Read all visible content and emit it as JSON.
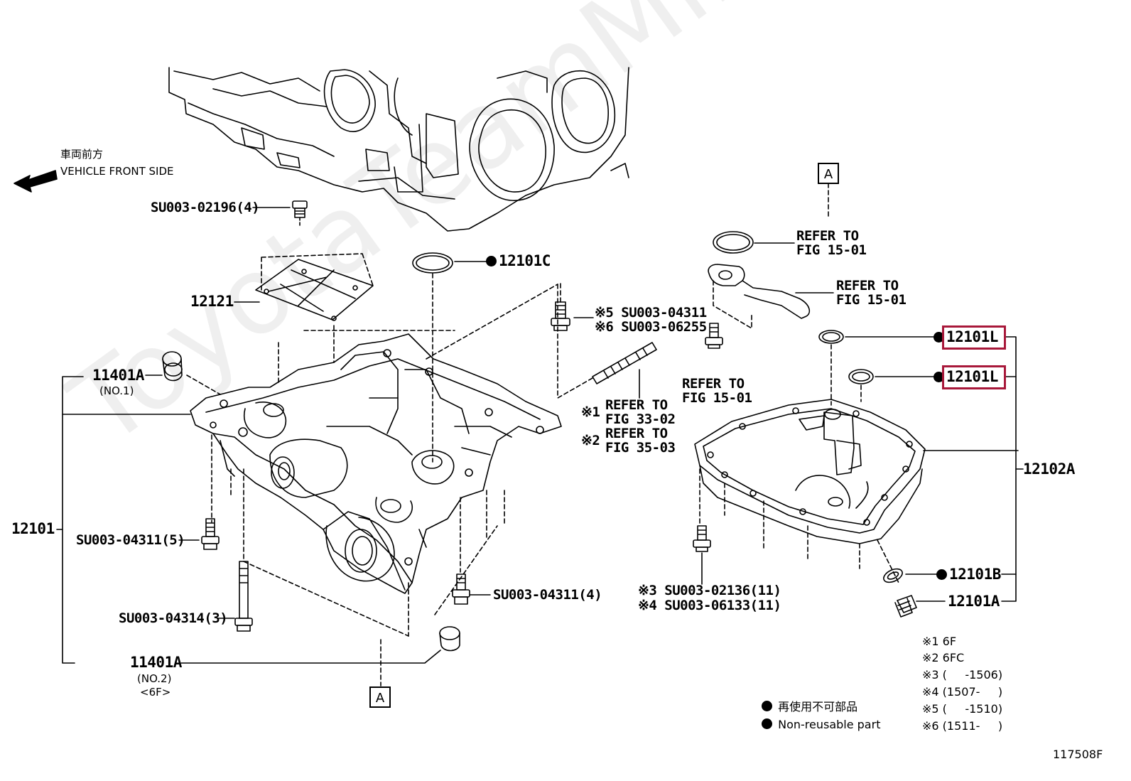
{
  "watermark": "ToyotaTeamMine.ru",
  "direction": {
    "jp": "車両前方",
    "en": "VEHICLE FRONT SIDE"
  },
  "refs": {
    "a_top": "A",
    "a_bottom": "A"
  },
  "labels": {
    "su_02196": "SU003-02196(4)",
    "p12121": "12121",
    "p12101c": "12101C",
    "su5_04311": "※5 SU003-04311",
    "su6_06255": "※6 SU003-06255",
    "p11401a_1": "11401A",
    "no1": "(NO.1)",
    "p12101": "12101",
    "su_04311_5": "SU003-04311(5)",
    "su_04311_4": "SU003-04311(4)",
    "su_04314_3": "SU003-04314(3)",
    "p11401a_2": "11401A",
    "no2": "(NO.2)",
    "f6": "<6F>",
    "ref1a": "REFER TO",
    "ref1b": "FIG 15-01",
    "ref2a": "REFER TO",
    "ref2b": "FIG 15-01",
    "ref3a": "REFER TO",
    "ref3b": "FIG 15-01",
    "x1": "※1",
    "ref33a": "REFER TO",
    "ref33b": "FIG 33-02",
    "x2": "※2",
    "ref35a": "REFER TO",
    "ref35b": "FIG 35-03",
    "p12101l_a": "12101L",
    "p12101l_b": "12101L",
    "p12102a": "12102A",
    "su3_02136": "※3 SU003-02136(11)",
    "su4_06133": "※4 SU003-06133(11)",
    "p12101b": "12101B",
    "p12101a": "12101A"
  },
  "legend": {
    "jp": "再使用不可部品",
    "en": "Non-reusable part"
  },
  "notes": [
    "※1 6F",
    "※2 6FC",
    "※3 (     -1506)",
    "※4 (1507-     )",
    "※5 (     -1510)",
    "※6 (1511-     )"
  ],
  "fig_id": "117508F",
  "colors": {
    "highlight": "#a8183a",
    "ink": "#000000"
  }
}
